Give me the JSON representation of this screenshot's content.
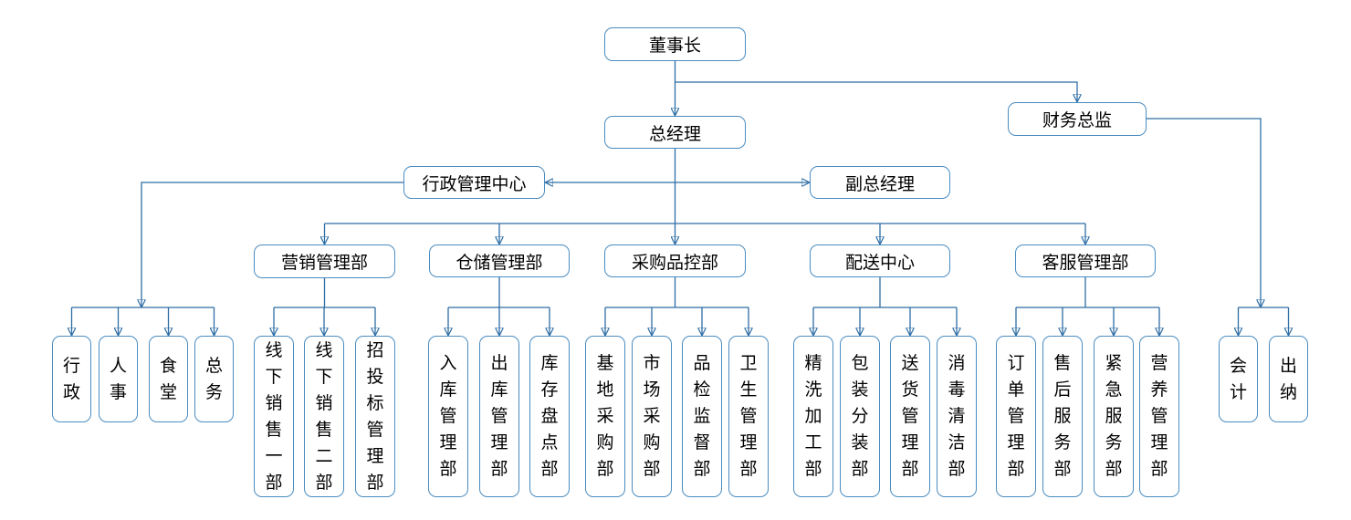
{
  "org": {
    "chairman": "董事长",
    "general_manager": "总经理",
    "vice_general_manager": "副总经理",
    "finance_director": {
      "label": "财务总监",
      "children": [
        "会计",
        "出纳"
      ]
    },
    "admin_center": {
      "label": "行政管理中心",
      "children": [
        "行政",
        "人事",
        "食堂",
        "总务"
      ]
    },
    "departments": [
      {
        "label": "营销管理部",
        "children": [
          "线下销售一部",
          "线下销售二部",
          "招投标管理部"
        ]
      },
      {
        "label": "仓储管理部",
        "children": [
          "入库管理部",
          "出库管理部",
          "库存盘点部"
        ]
      },
      {
        "label": "采购品控部",
        "children": [
          "基地采购部",
          "市场采购部",
          "品检监督部",
          "卫生管理部"
        ]
      },
      {
        "label": "配送中心",
        "children": [
          "精洗加工部",
          "包装分装部",
          "送货管理部",
          "消毒清洁部"
        ]
      },
      {
        "label": "客服管理部",
        "children": [
          "订单管理部",
          "售后服务部",
          "紧急服务部",
          "营养管理部"
        ]
      }
    ]
  },
  "colors": {
    "line": "#2e6da4",
    "border": "#4a8cc0",
    "background": "#ffffff"
  }
}
